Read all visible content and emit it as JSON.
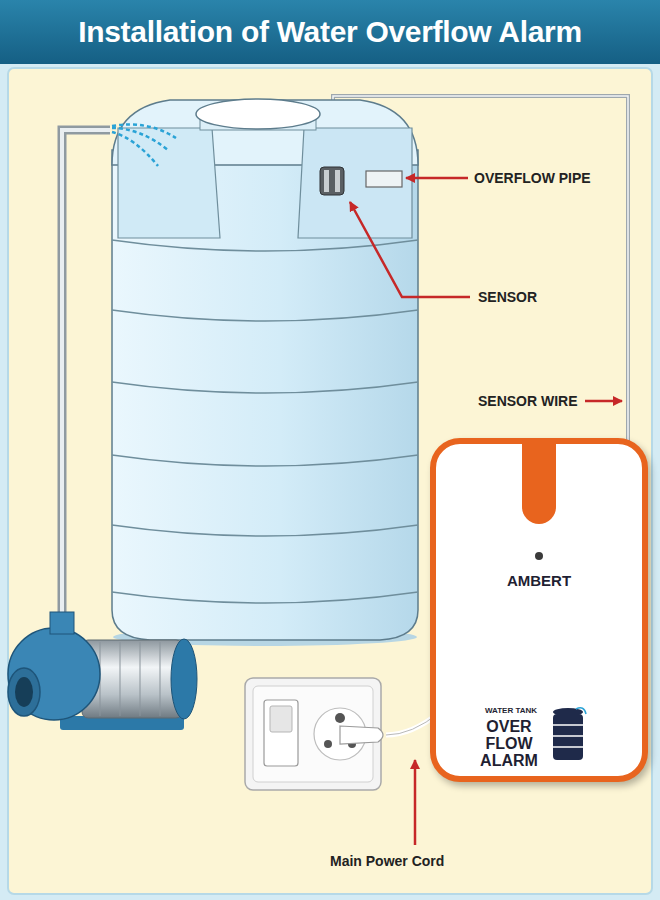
{
  "diagram": {
    "title": "Installation of Water Overflow Alarm",
    "nodes": [
      {
        "text": [
          "AMBERT",
          "WATER TANK",
          "OVER FLOW ALARM"
        ]
      }
    ],
    "labels": [
      "OVERFLOW PIPE",
      "SENSOR",
      "SENSOR WIRE",
      "Main Power Cord"
    ]
  }
}
